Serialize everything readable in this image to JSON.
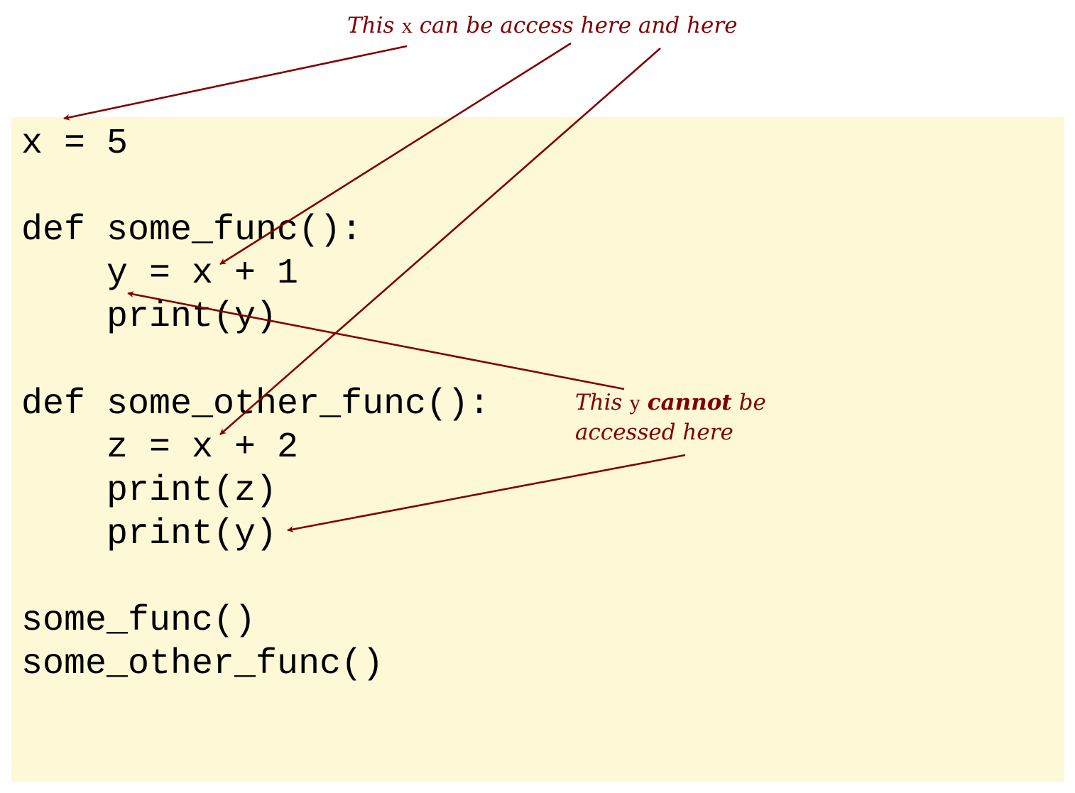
{
  "code": {
    "background_color": "#fdf8d6",
    "lines": [
      "x = 5",
      "",
      "def some_func():",
      "    y = x + 1",
      "    print(y)",
      "",
      "def some_other_func():",
      "    z = x + 2",
      "    print(z)",
      "    print(y)",
      "",
      "some_func()",
      "some_other_func()"
    ]
  },
  "annotations": {
    "color": "#800000",
    "x_scope": {
      "prefix": "This",
      "var": "x",
      "suffix": "can be access here and here"
    },
    "y_scope": {
      "prefix": "This",
      "var": "y",
      "emphasis": "cannot",
      "suffix": "be",
      "line2": "accessed here"
    }
  }
}
